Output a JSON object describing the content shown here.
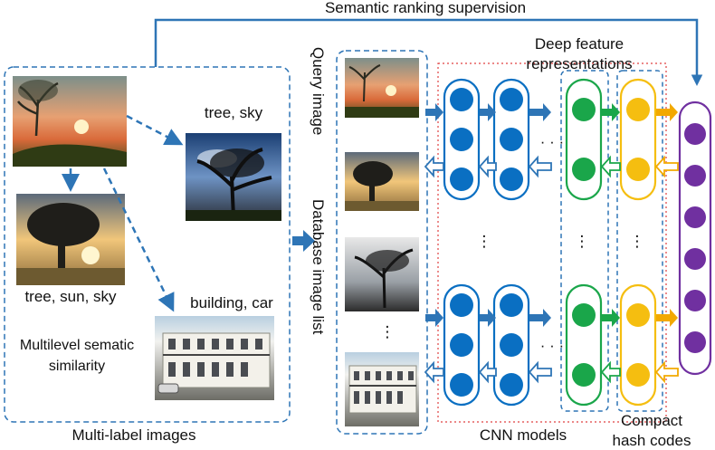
{
  "top_label": "Semantic ranking supervision",
  "left_panel": {
    "caption": "Multi-label images",
    "similarity_text": [
      "Multilevel sematic",
      "similarity"
    ],
    "image_labels": {
      "tree_sky": "tree, sky",
      "tree_sun_sky": "tree, sun, sky",
      "building_car": "building, car"
    }
  },
  "middle": {
    "query_label": "Query image",
    "database_label": "Database image list",
    "ellipsis": "⋮"
  },
  "network": {
    "feature_label": [
      "Deep feature",
      "representations"
    ],
    "cnn_label": "CNN models",
    "hash_label": [
      "Compact",
      "hash codes"
    ],
    "dots": "· · ·",
    "vdots": "⋮"
  },
  "colors": {
    "dashed_border": "#2e75b6",
    "arrow_blue": "#2e75b6",
    "cnn_node": "#0a6fc2",
    "feature_node": "#1aa64a",
    "hash_node": "#f5be10",
    "output_node": "#7030a0",
    "red_dotted": "#e04040",
    "output_arrow": "#f2a900"
  }
}
